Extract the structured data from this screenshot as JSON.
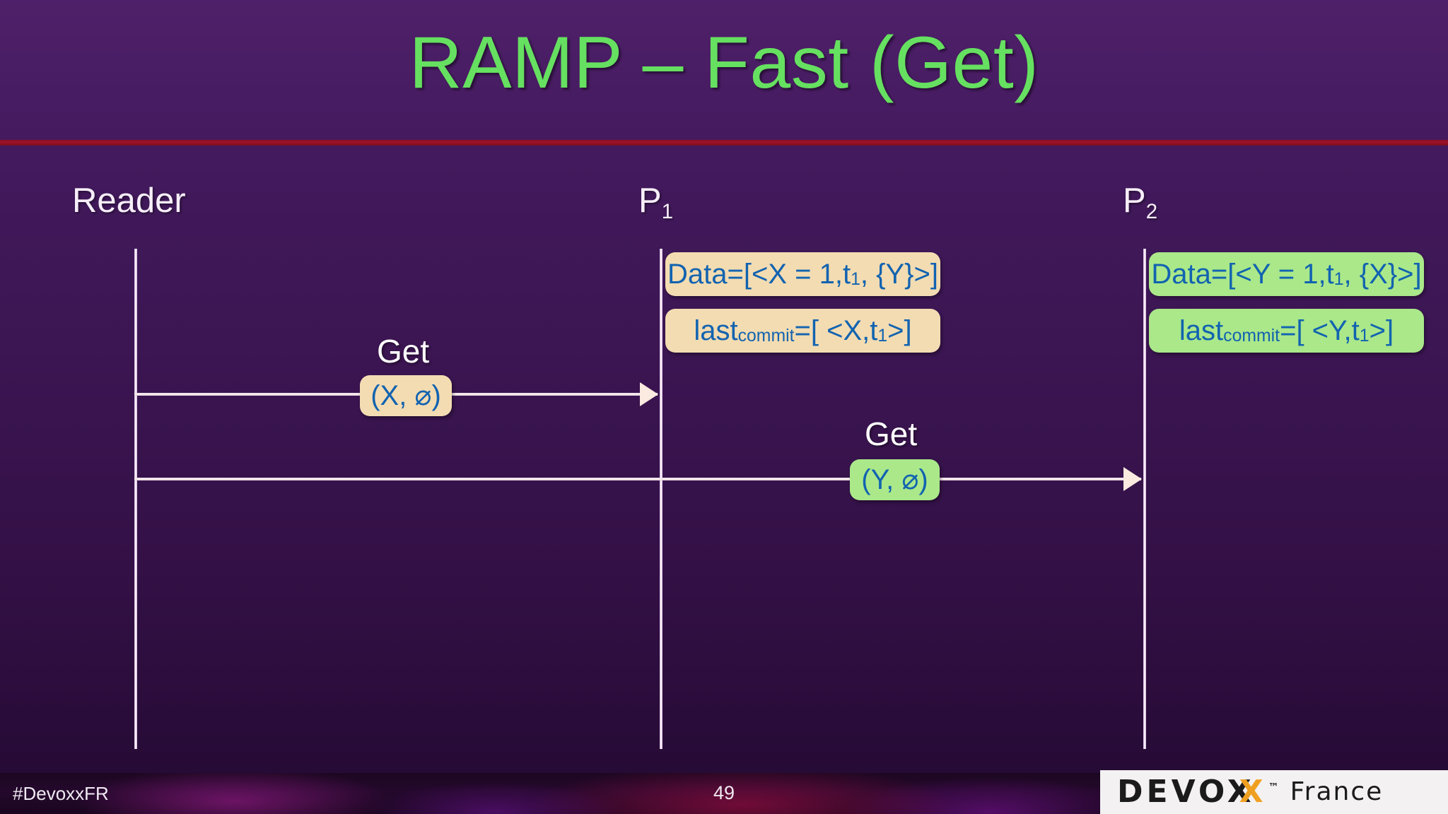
{
  "slide": {
    "title": "RAMP – Fast (Get)",
    "title_color": "#66e060",
    "background_color": "#3b1551",
    "divider_color": "#9b1226"
  },
  "participants": [
    {
      "name": "reader",
      "label": "Reader",
      "sub": ""
    },
    {
      "name": "p1",
      "label": "P",
      "sub": "1"
    },
    {
      "name": "p2",
      "label": "P",
      "sub": "2"
    }
  ],
  "state_boxes": [
    {
      "owner": "p1",
      "style": "peach",
      "color": "#f3dcb2",
      "prefix": "Data=[<X = 1,t",
      "sub": "1",
      "suffix": ", {Y}>]"
    },
    {
      "owner": "p1",
      "style": "peach",
      "color": "#f3dcb2",
      "prefix": "last",
      "sub": "commit",
      "suffix": "=[ <X,t",
      "sub2": "1",
      "suffix2": ">]"
    },
    {
      "owner": "p2",
      "style": "green",
      "color": "#aae88a",
      "prefix": "Data=[<Y = 1,t",
      "sub": "1",
      "suffix": ", {X}>]"
    },
    {
      "owner": "p2",
      "style": "green",
      "color": "#aae88a",
      "prefix": "last",
      "sub": "commit",
      "suffix": "=[ <Y,t",
      "sub2": "1",
      "suffix2": ">]"
    }
  ],
  "messages": [
    {
      "name": "get-x",
      "caption": "Get",
      "payload": "(X, ⌀)",
      "style": "peach",
      "from": "reader",
      "to": "p1"
    },
    {
      "name": "get-y",
      "caption": "Get",
      "payload": "(Y, ⌀)",
      "style": "green",
      "from": "p1",
      "to": "p2"
    }
  ],
  "footer": {
    "hashtag": "#DevoxxFR",
    "page_number": "49",
    "logo_main": "DEVOX",
    "logo_x_accent": "X",
    "logo_tm": "™",
    "logo_suffix": "France",
    "accent_color": "#f0a020"
  }
}
